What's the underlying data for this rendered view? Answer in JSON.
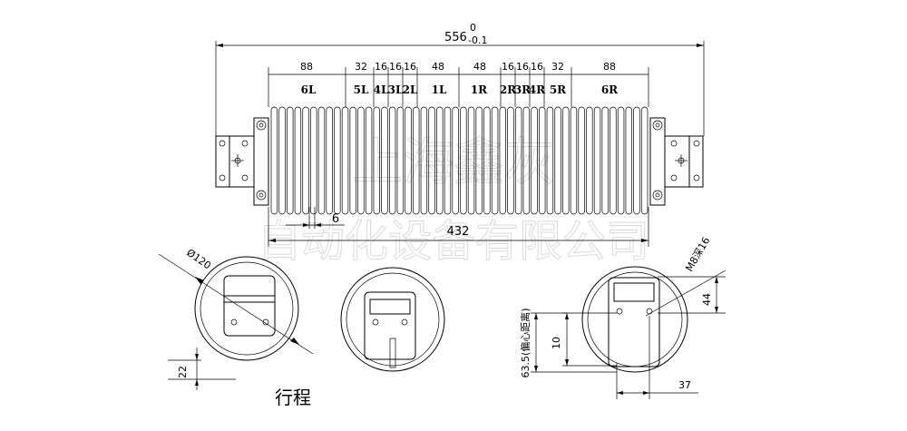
{
  "overall": {
    "length": "556",
    "tol_upper": "0",
    "tol_lower": "-0.1"
  },
  "segments": {
    "dims": [
      "88",
      "32",
      "16",
      "16",
      "16",
      "48",
      "48",
      "16",
      "16",
      "16",
      "32",
      "88"
    ],
    "labels": [
      "6L",
      "5L",
      "4L",
      "3L",
      "2L",
      "1L",
      "1R",
      "2R",
      "3R",
      "4R",
      "5R",
      "6R"
    ]
  },
  "pitch": "6",
  "body_length": "432",
  "diameter": "Ø120",
  "thread": "M8深16",
  "dim_44": "44",
  "dim_10": "10",
  "dim_63": "63.5(偏心距离)",
  "dim_37": "37",
  "dim_22": "22",
  "stroke_label": "行程",
  "watermark": {
    "line1": "上海鑫灰",
    "line2": "自动化设备有限公司"
  }
}
